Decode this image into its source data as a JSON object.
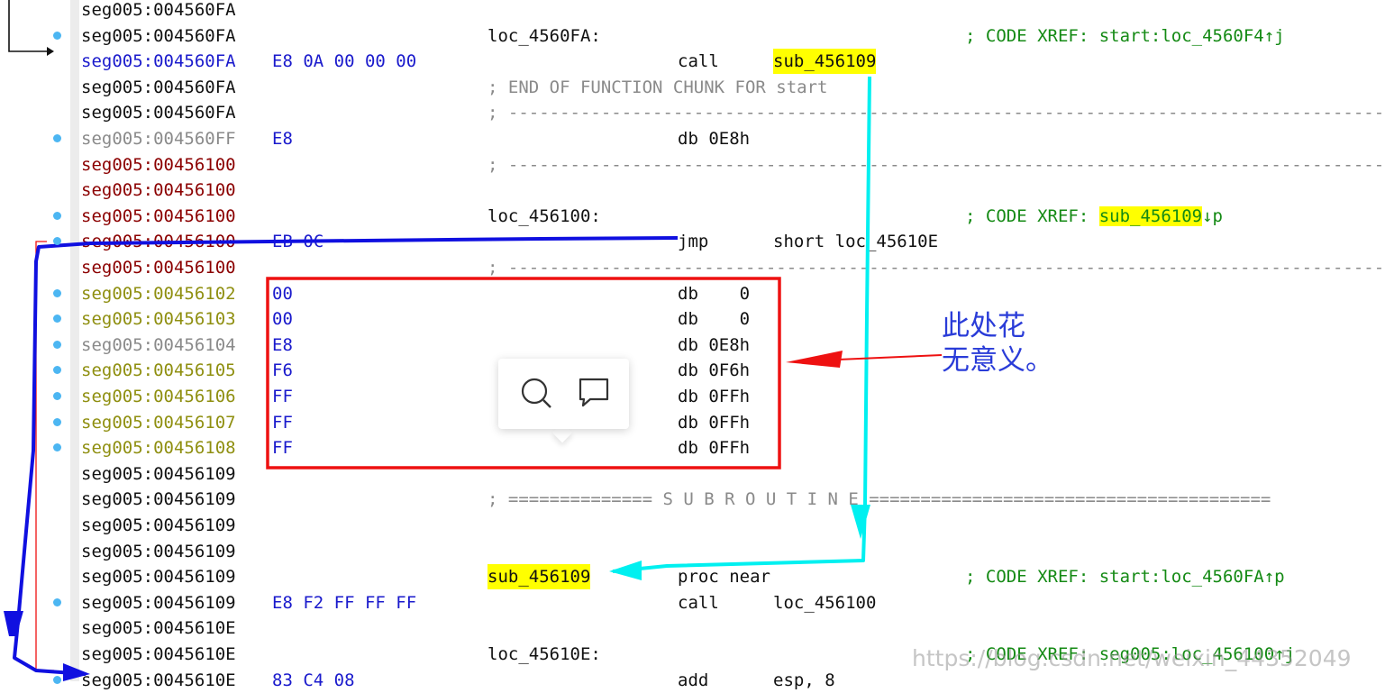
{
  "lines": [
    {
      "addr": "seg005:004560FA",
      "addr_color": "black",
      "bytes": "",
      "label": "",
      "mnem": "",
      "oper": "",
      "comment": "",
      "gray": ""
    },
    {
      "addr": "seg005:004560FA",
      "addr_color": "black",
      "bytes": "",
      "label": "loc_4560FA:",
      "mnem": "",
      "oper": "",
      "comment": "; CODE XREF: start:loc_4560F4↑j",
      "gray": ""
    },
    {
      "addr": "seg005:004560FA",
      "addr_color": "blue",
      "bytes": "E8 0A 00 00 00",
      "label": "",
      "mnem": "call",
      "oper": "sub_456109",
      "oper_hl": true,
      "comment": "",
      "gray": ""
    },
    {
      "addr": "seg005:004560FA",
      "addr_color": "black",
      "bytes": "",
      "label": "",
      "mnem": "",
      "oper": "",
      "comment": "",
      "gray": "; END OF FUNCTION CHUNK FOR start"
    },
    {
      "addr": "seg005:004560FA",
      "addr_color": "black",
      "bytes": "",
      "label": "",
      "mnem": "",
      "oper": "",
      "comment": "",
      "gray": "; -------------------------------------------------------------------------------------"
    },
    {
      "addr": "seg005:004560FF",
      "addr_color": "gray",
      "bytes": "E8",
      "label": "",
      "mnem": "db 0E8h",
      "oper": "",
      "comment": "",
      "gray": ""
    },
    {
      "addr": "seg005:00456100",
      "addr_color": "red",
      "bytes": "",
      "label": "",
      "mnem": "",
      "oper": "",
      "comment": "",
      "gray": "; -------------------------------------------------------------------------------------"
    },
    {
      "addr": "seg005:00456100",
      "addr_color": "red",
      "bytes": "",
      "label": "",
      "mnem": "",
      "oper": "",
      "comment": "",
      "gray": ""
    },
    {
      "addr": "seg005:00456100",
      "addr_color": "red",
      "bytes": "",
      "label": "loc_456100:",
      "mnem": "",
      "oper": "",
      "comment_pre": "; CODE XREF: ",
      "comment_hl": "sub_456109",
      "comment_post": "↓p",
      "gray": ""
    },
    {
      "addr": "seg005:00456100",
      "addr_color": "red",
      "bytes": "EB 0C",
      "label": "",
      "mnem": "jmp",
      "oper": "short loc_45610E",
      "comment": "",
      "gray": ""
    },
    {
      "addr": "seg005:00456100",
      "addr_color": "red",
      "bytes": "",
      "label": "",
      "mnem": "",
      "oper": "",
      "comment": "",
      "gray": "; -------------------------------------------------------------------------------------"
    },
    {
      "addr": "seg005:00456102",
      "addr_color": "olive",
      "bytes": "00",
      "label": "",
      "mnem": "db    0",
      "oper": "",
      "comment": "",
      "gray": ""
    },
    {
      "addr": "seg005:00456103",
      "addr_color": "olive",
      "bytes": "00",
      "label": "",
      "mnem": "db    0",
      "oper": "",
      "comment": "",
      "gray": ""
    },
    {
      "addr": "seg005:00456104",
      "addr_color": "gray",
      "bytes": "E8",
      "label": "",
      "mnem": "db 0E8h",
      "oper": "",
      "comment": "",
      "gray": ""
    },
    {
      "addr": "seg005:00456105",
      "addr_color": "olive",
      "bytes": "F6",
      "label": "",
      "mnem": "db 0F6h",
      "oper": "",
      "comment": "",
      "gray": ""
    },
    {
      "addr": "seg005:00456106",
      "addr_color": "olive",
      "bytes": "FF",
      "label": "",
      "mnem": "db 0FFh",
      "oper": "",
      "comment": "",
      "gray": ""
    },
    {
      "addr": "seg005:00456107",
      "addr_color": "olive",
      "bytes": "FF",
      "label": "",
      "mnem": "db 0FFh",
      "oper": "",
      "comment": "",
      "gray": ""
    },
    {
      "addr": "seg005:00456108",
      "addr_color": "olive",
      "bytes": "FF",
      "label": "",
      "mnem": "db 0FFh",
      "oper": "",
      "comment": "",
      "gray": ""
    },
    {
      "addr": "seg005:00456109",
      "addr_color": "black",
      "bytes": "",
      "label": "",
      "mnem": "",
      "oper": "",
      "comment": "",
      "gray": ""
    },
    {
      "addr": "seg005:00456109",
      "addr_color": "black",
      "bytes": "",
      "label": "",
      "mnem": "",
      "oper": "",
      "comment": "",
      "gray": "; ============== S U B R O U T I N E ======================================="
    },
    {
      "addr": "seg005:00456109",
      "addr_color": "black",
      "bytes": "",
      "label": "",
      "mnem": "",
      "oper": "",
      "comment": "",
      "gray": ""
    },
    {
      "addr": "seg005:00456109",
      "addr_color": "black",
      "bytes": "",
      "label": "",
      "mnem": "",
      "oper": "",
      "comment": "",
      "gray": ""
    },
    {
      "addr": "seg005:00456109",
      "addr_color": "black",
      "bytes": "",
      "label": "sub_456109",
      "label_hl": true,
      "mnem": "proc near",
      "oper": "",
      "comment": "; CODE XREF: start:loc_4560FA↑p",
      "gray": ""
    },
    {
      "addr": "seg005:00456109",
      "addr_color": "black",
      "bytes": "E8 F2 FF FF FF",
      "label": "",
      "mnem": "call",
      "oper": "loc_456100",
      "comment": "",
      "gray": ""
    },
    {
      "addr": "seg005:0045610E",
      "addr_color": "black",
      "bytes": "",
      "label": "",
      "mnem": "",
      "oper": "",
      "comment": "",
      "gray": ""
    },
    {
      "addr": "seg005:0045610E",
      "addr_color": "black",
      "bytes": "",
      "label": "loc_45610E:",
      "mnem": "",
      "oper": "",
      "comment": "; CODE XREF: seg005:loc_456100↑j",
      "gray": ""
    },
    {
      "addr": "seg005:0045610E",
      "addr_color": "black",
      "bytes": "83 C4 08",
      "label": "",
      "mnem": "add",
      "oper": "esp, 8",
      "comment": "",
      "gray": ""
    }
  ],
  "dot_rows": [
    1,
    5,
    8,
    9,
    11,
    12,
    13,
    14,
    15,
    16,
    17,
    23,
    26
  ],
  "annotation": {
    "line1": "此处花",
    "line2": "无意义。"
  },
  "popup": {
    "search_icon": "search-icon",
    "comment_icon": "comment-icon"
  },
  "watermark": "https://blog.csdn.net/weixin_44352049",
  "colors": {
    "arrow_blue": "#1010e0",
    "arrow_cyan": "#00f0f0",
    "box_red": "#ee1111",
    "highlight": "#ffff00",
    "comment_green": "#148a14"
  }
}
